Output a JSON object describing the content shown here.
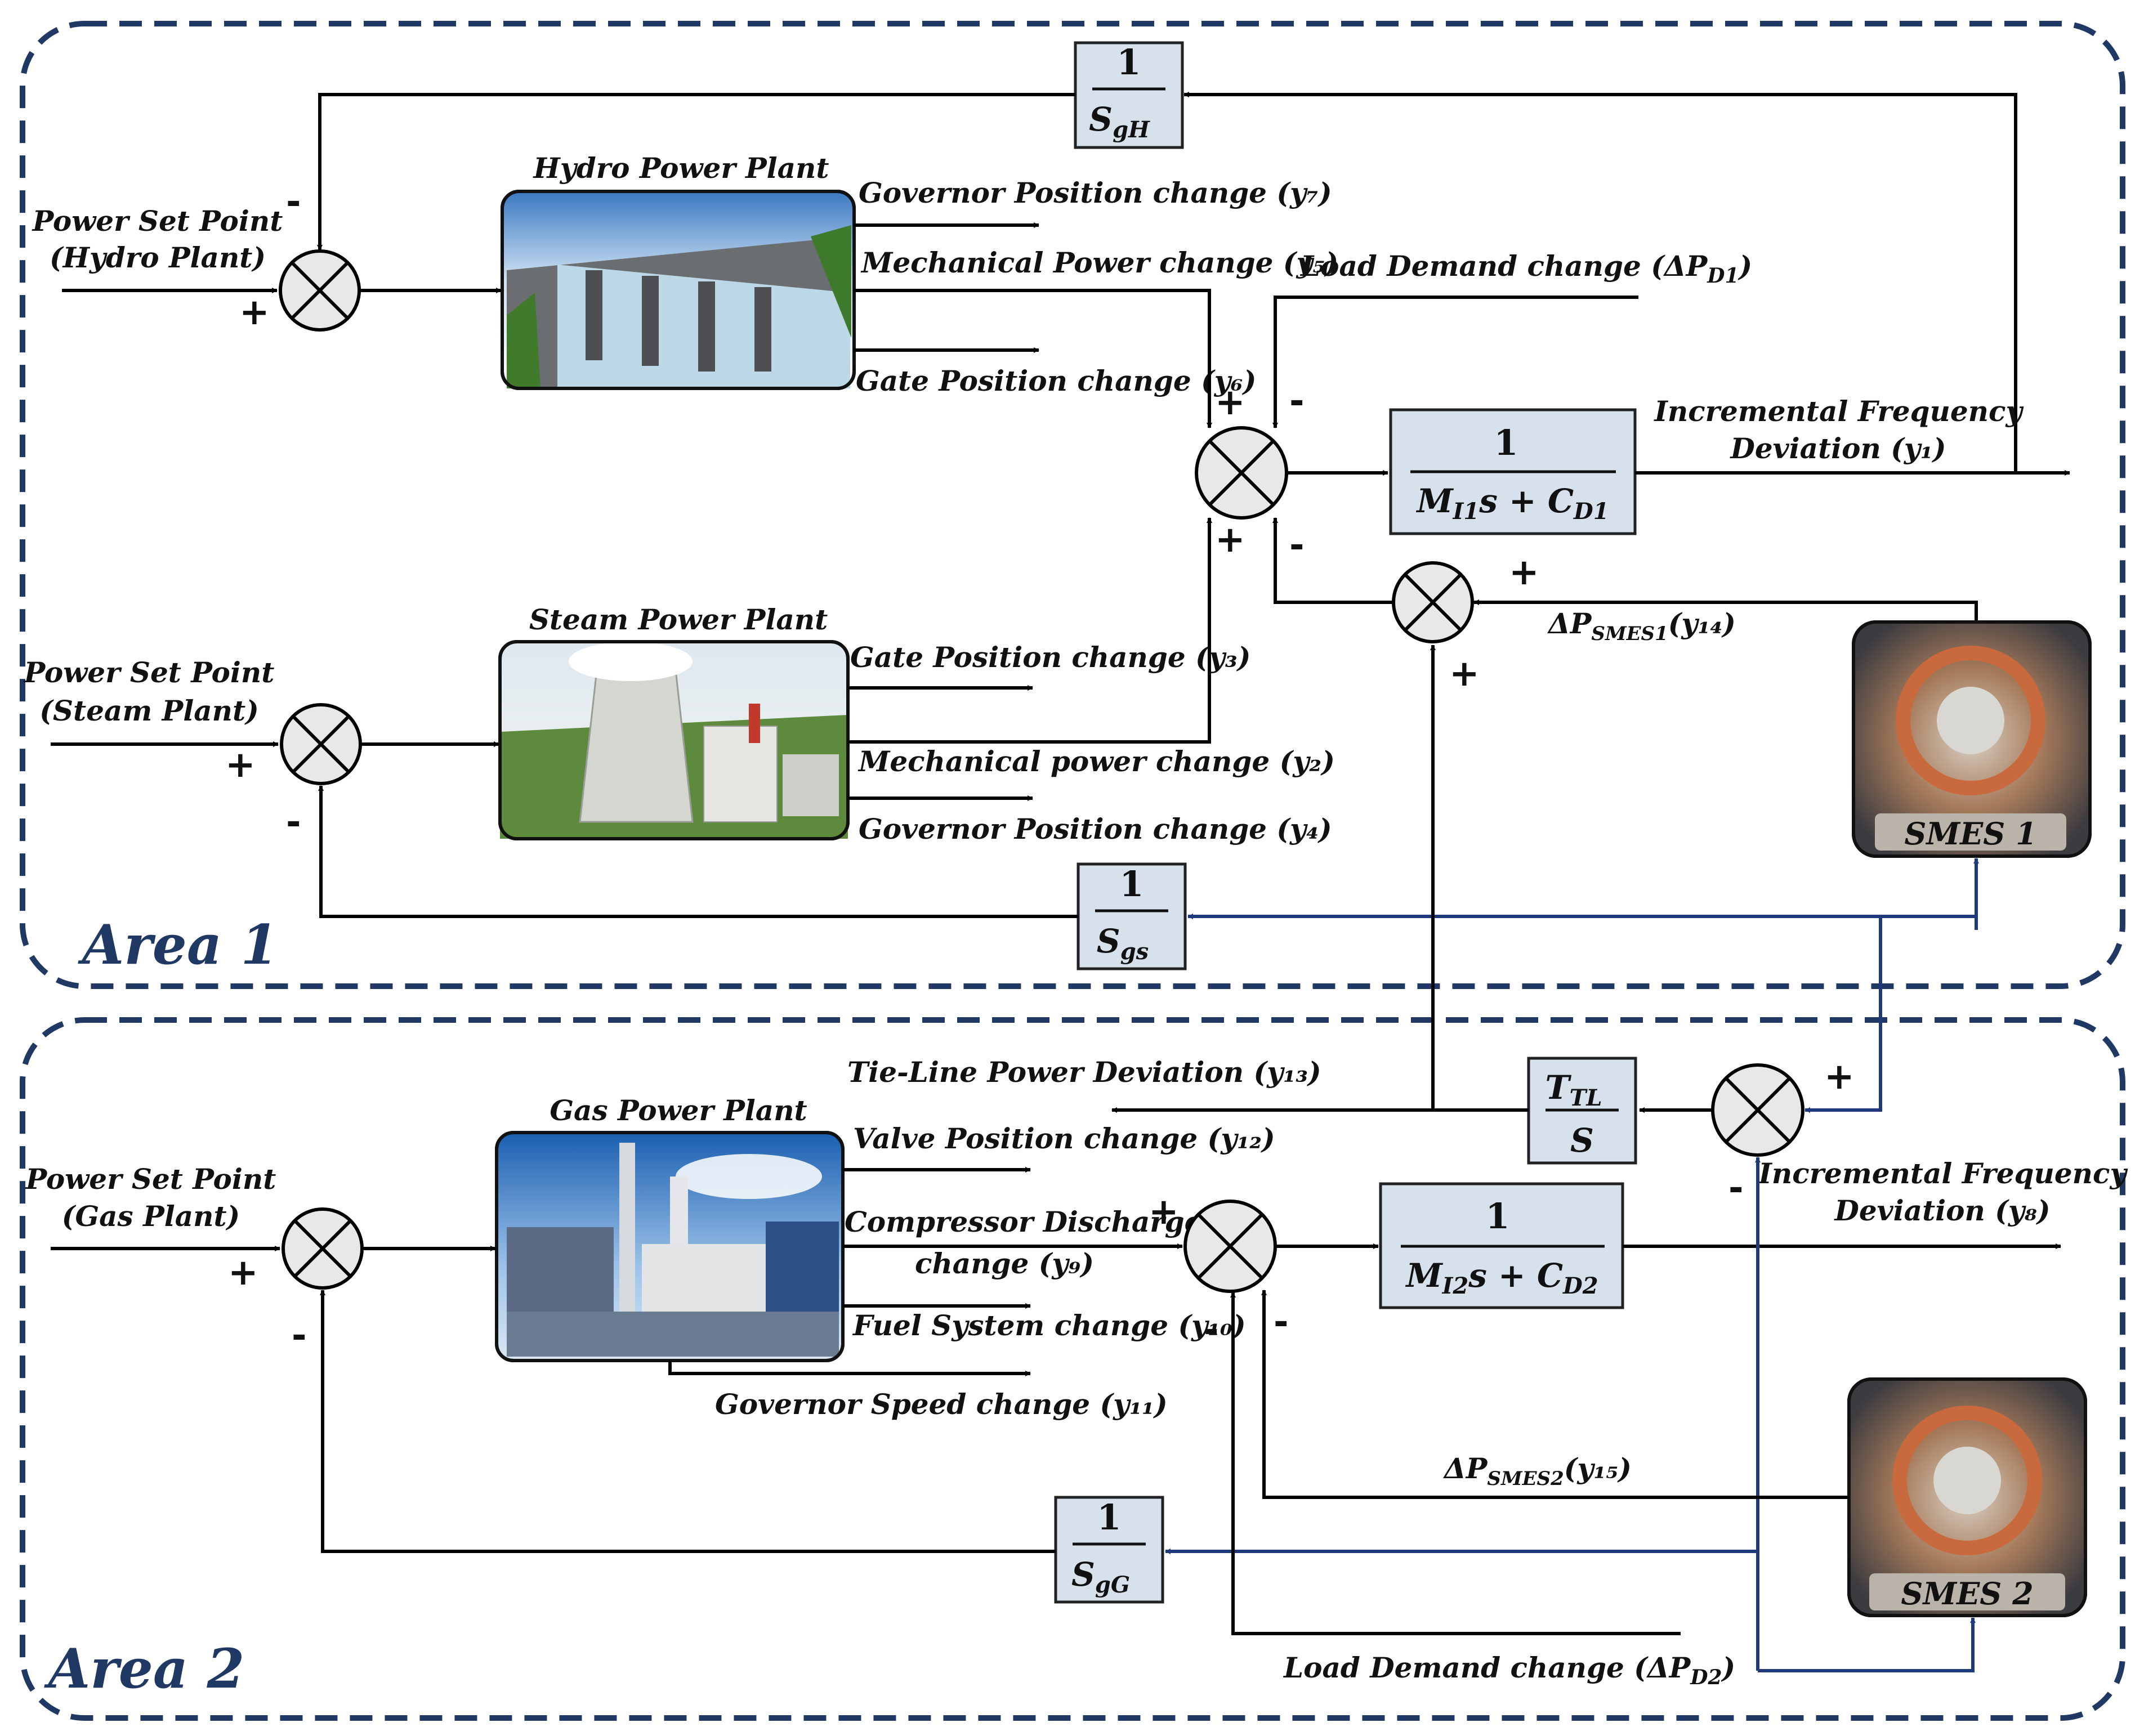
{
  "areas": {
    "area1": "Area 1",
    "area2": "Area 2"
  },
  "plants": {
    "hydro": "Hydro Power Plant",
    "steam": "Steam Power Plant",
    "gas": "Gas Power Plant"
  },
  "inputs": {
    "hydro_l1": "Power Set Point",
    "hydro_l2": "(Hydro Plant)",
    "steam_l1": "Power Set Point",
    "steam_l2": "(Steam Plant)",
    "gas_l1": "Power Set Point",
    "gas_l2": "(Gas Plant)"
  },
  "outputs": {
    "y7": "Governor Position change (y₇)",
    "y5": "Mechanical Power change (y₅)",
    "y6": "Gate Position change (y₆)",
    "y3": "Gate Position change (y₃)",
    "y2": "Mechanical power change (y₂)",
    "y4": "Governor Position change (y₄)",
    "y12": "Valve Position change (y₁₂)",
    "y9_l1": "Compressor Discharge",
    "y9_l2": "change (y₉)",
    "y10": "Fuel System change (y₁₀)",
    "y11": "Governor Speed change (y₁₁)",
    "y13": "Tie-Line Power Deviation (y₁₃)"
  },
  "signals": {
    "load1": "Load Demand change (ΔP",
    "load1_sub": "D1",
    "load2": "Load Demand change (ΔP",
    "load2_sub": "D2",
    "freq1_l1": "Incremental Frequency",
    "freq1_l2": "Deviation (y₁)",
    "freq2_l1": "Incremental Frequency",
    "freq2_l2": "Deviation (y₈)",
    "smes1_sig": "ΔP",
    "smes1_sub": "SMES1",
    "smes1_y": "(y₁₄)",
    "smes2_sig": "ΔP",
    "smes2_sub": "SMES2",
    "smes2_y": "(y₁₅)"
  },
  "blocks": {
    "one": "1",
    "sgH": "S",
    "sgH_sub": "gH",
    "sgs": "S",
    "sgs_sub": "gs",
    "sgG": "S",
    "sgG_sub": "gG",
    "m1_a": "M",
    "m1_a_sub": "I1",
    "m1_b": "s + C",
    "m1_b_sub": "D1",
    "m2_a": "M",
    "m2_a_sub": "I2",
    "m2_b": "s + C",
    "m2_b_sub": "D2",
    "ttl": "T",
    "ttl_sub": "TL",
    "ttl_den": "S"
  },
  "smes": {
    "s1": "SMES 1",
    "s2": "SMES 2"
  },
  "signs": {
    "plus": "+",
    "minus": "-"
  }
}
